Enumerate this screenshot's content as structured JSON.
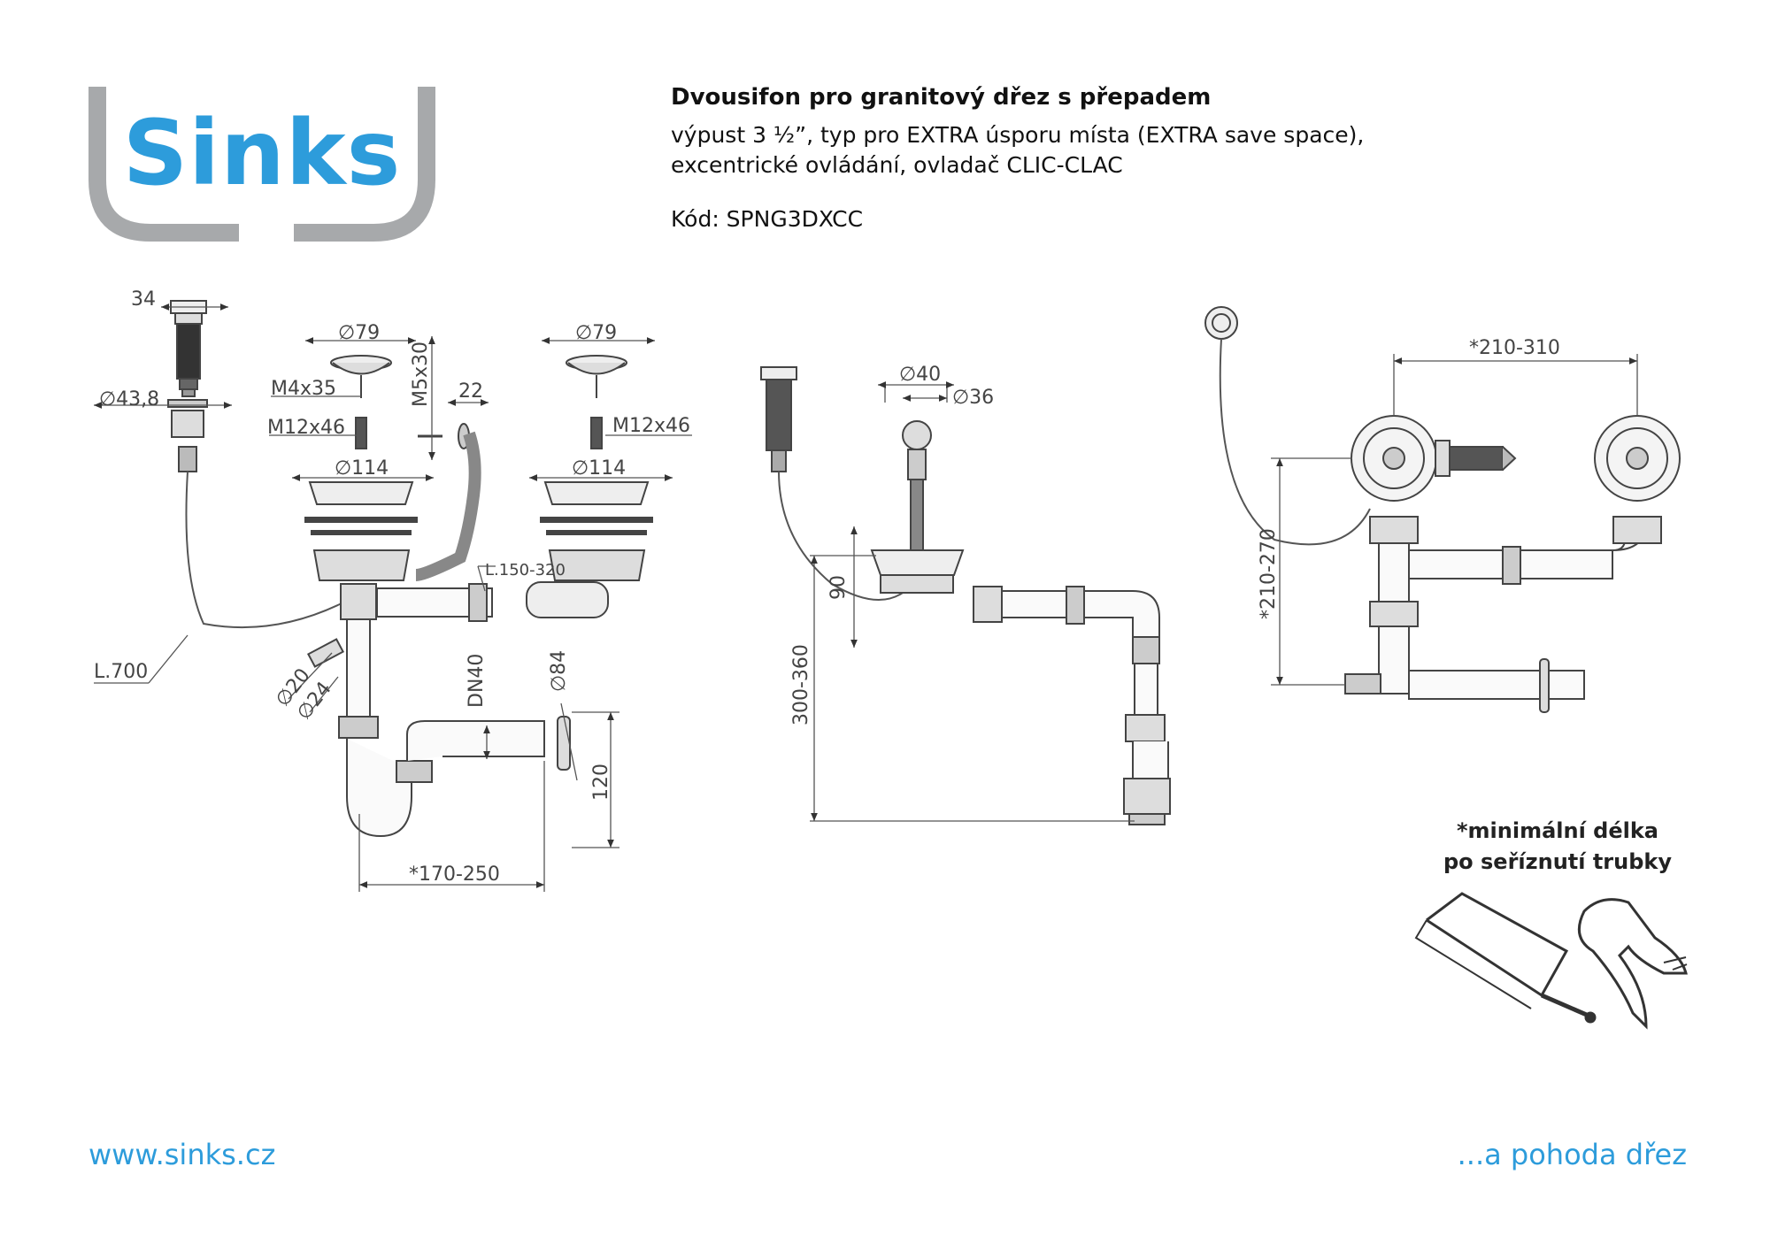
{
  "brand": {
    "logo_text": "Sinks",
    "color": "#2d9cdb",
    "frame_color": "#a7a9ab"
  },
  "product": {
    "title": "Dvousifon pro granitový dřez s přepadem",
    "description_lines": [
      "výpust 3 ½”, typ pro EXTRA úsporu místa (EXTRA save space),",
      "excentrické ovládání, ovladač CLIC-CLAC"
    ],
    "code": "Kód: SPNG3DXCC"
  },
  "dimensions": {
    "left": {
      "d34": "34",
      "d43": "∅43,8",
      "d79a": "∅79",
      "d79b": "∅79",
      "m4x35": "M4x35",
      "m5x30": "M5x30",
      "d22": "22",
      "m12x46a": "M12x46",
      "m12x46b": "M12x46",
      "d114a": "∅114",
      "d114b": "∅114",
      "l150": "L.150-320",
      "l700": "L.700",
      "d20": "∅20",
      "d24": "∅24",
      "dn40": "DN40",
      "d84": "∅84",
      "h120": "120",
      "w170": "*170-250"
    },
    "middle": {
      "d40": "∅40",
      "d36": "∅36",
      "h90": "90",
      "h300": "300-360"
    },
    "right": {
      "w210": "*210-310",
      "h210": "*210-270"
    }
  },
  "footnote": {
    "line1": "*minimální délka",
    "line2": "po seříznutí trubky"
  },
  "footer": {
    "url": "www.sinks.cz",
    "slogan": "...a pohoda dřez"
  }
}
